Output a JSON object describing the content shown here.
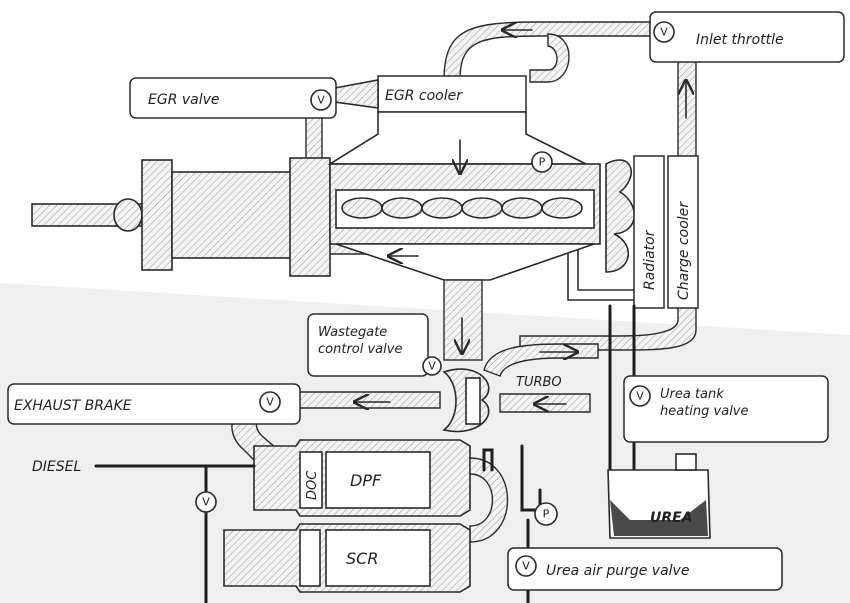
{
  "labels": {
    "egr_valve": "EGR valve",
    "egr_cooler": "EGR cooler",
    "inlet_throttle": "Inlet throttle",
    "radiator": "Radiator",
    "charge_cooler": "Charge cooler",
    "wastegate": "Wastegate control valve",
    "turbo": "TURBO",
    "exhaust_brake": "EXHAUST BRAKE",
    "urea_tank_heating": "Urea tank heating valve",
    "diesel": "DIESEL",
    "doc": "DOC",
    "dpf": "DPF",
    "scr": "SCR",
    "urea": "UREA",
    "urea_air_purge": "Urea air purge valve"
  },
  "symbols": {
    "valve": "V",
    "pressure": "P"
  },
  "colors": {
    "background_top": "#ffffff",
    "background_bottom": "#efefef",
    "line": "#2a2a2a"
  }
}
